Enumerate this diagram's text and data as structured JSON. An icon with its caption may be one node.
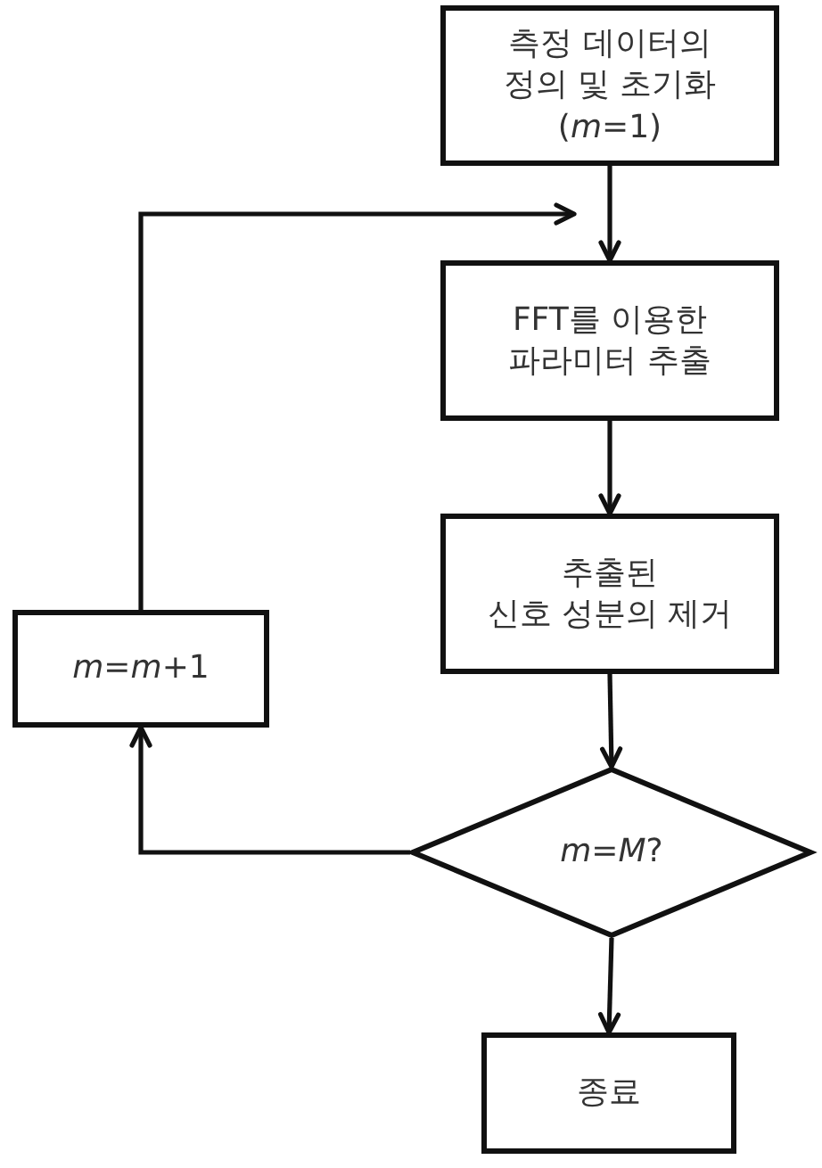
{
  "diagram": {
    "nodes": [
      {
        "text": [
          "측정 데이터의 정의 및 초기화 (*m*=1)"
        ]
      },
      {
        "text": [
          "FFT를 이용한 파라미터 추출"
        ]
      },
      {
        "text": [
          "추출된 신호 성분의 제거"
        ]
      },
      {
        "text": [
          "*m*=*m*+1"
        ]
      },
      {
        "text": [
          "*m*=*M*?"
        ]
      },
      {
        "text": [
          "종료"
        ]
      }
    ],
    "edges": [
      {
        "from": 0,
        "to": 1,
        "arrow": "to"
      },
      {
        "from": 1,
        "to": 2,
        "arrow": "to"
      },
      {
        "from": 2,
        "to": 4,
        "arrow": "to"
      },
      {
        "from": 4,
        "to": 5,
        "arrow": "to"
      },
      {
        "from": 4,
        "to": 3,
        "arrow": "to"
      },
      {
        "from": 3,
        "to": 1,
        "arrow": "to"
      }
    ]
  }
}
